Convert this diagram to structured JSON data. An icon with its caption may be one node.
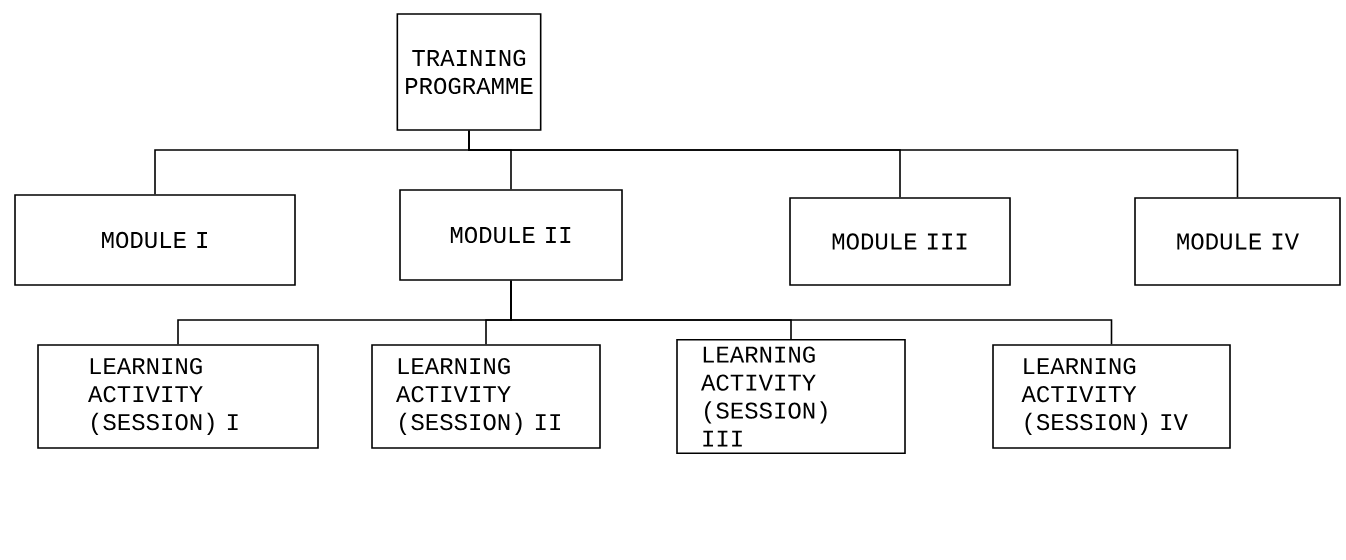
{
  "diagram": {
    "nodes": [
      {
        "text": [
          "TRAINING PROGRAMME"
        ]
      },
      {
        "text": [
          "MODULE I"
        ]
      },
      {
        "text": [
          "MODULE II"
        ]
      },
      {
        "text": [
          "MODULE III"
        ]
      },
      {
        "text": [
          "MODULE IV"
        ]
      },
      {
        "text": [
          "LEARNING ACTIVITY (SESSION) I"
        ]
      },
      {
        "text": [
          "LEARNING ACTIVITY (SESSION) II"
        ]
      },
      {
        "text": [
          "LEARNING ACTIVITY (SESSION) III"
        ]
      },
      {
        "text": [
          "LEARNING ACTIVITY (SESSION) IV"
        ]
      }
    ],
    "edges": [
      {
        "from": 0,
        "to": 1,
        "arrow": "none"
      },
      {
        "from": 0,
        "to": 2,
        "arrow": "none"
      },
      {
        "from": 0,
        "to": 3,
        "arrow": "none"
      },
      {
        "from": 0,
        "to": 4,
        "arrow": "none"
      },
      {
        "from": 2,
        "to": 5,
        "arrow": "none"
      },
      {
        "from": 2,
        "to": 6,
        "arrow": "none"
      },
      {
        "from": 2,
        "to": 7,
        "arrow": "none"
      },
      {
        "from": 2,
        "to": 8,
        "arrow": "none"
      }
    ]
  }
}
